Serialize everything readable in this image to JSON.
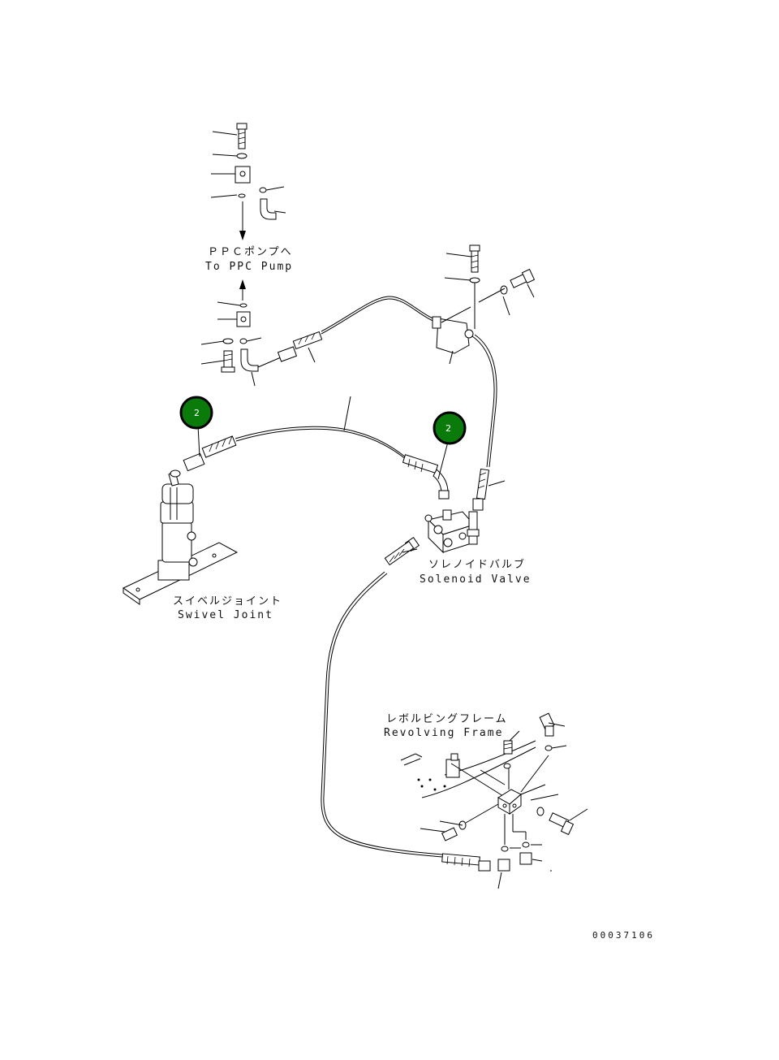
{
  "labels": {
    "ppc_pump_jp": "ＰＰＣポンプへ",
    "ppc_pump_en": "To PPC Pump",
    "solenoid_jp": "ソレノイドバルブ",
    "solenoid_en": "Solenoid Valve",
    "swivel_jp": "スイベルジョイント",
    "swivel_en": "Swivel Joint",
    "frame_jp": "レボルビングフレーム",
    "frame_en": "Revolving Frame"
  },
  "callouts": [
    {
      "number": "2",
      "target": "hose to swivel joint"
    },
    {
      "number": "2",
      "target": "hose to solenoid valve"
    }
  ],
  "drawing_code": "00037106",
  "colors": {
    "callout_fill": "#0a7a0a",
    "callout_ring": "#000000",
    "line": "#000000"
  }
}
